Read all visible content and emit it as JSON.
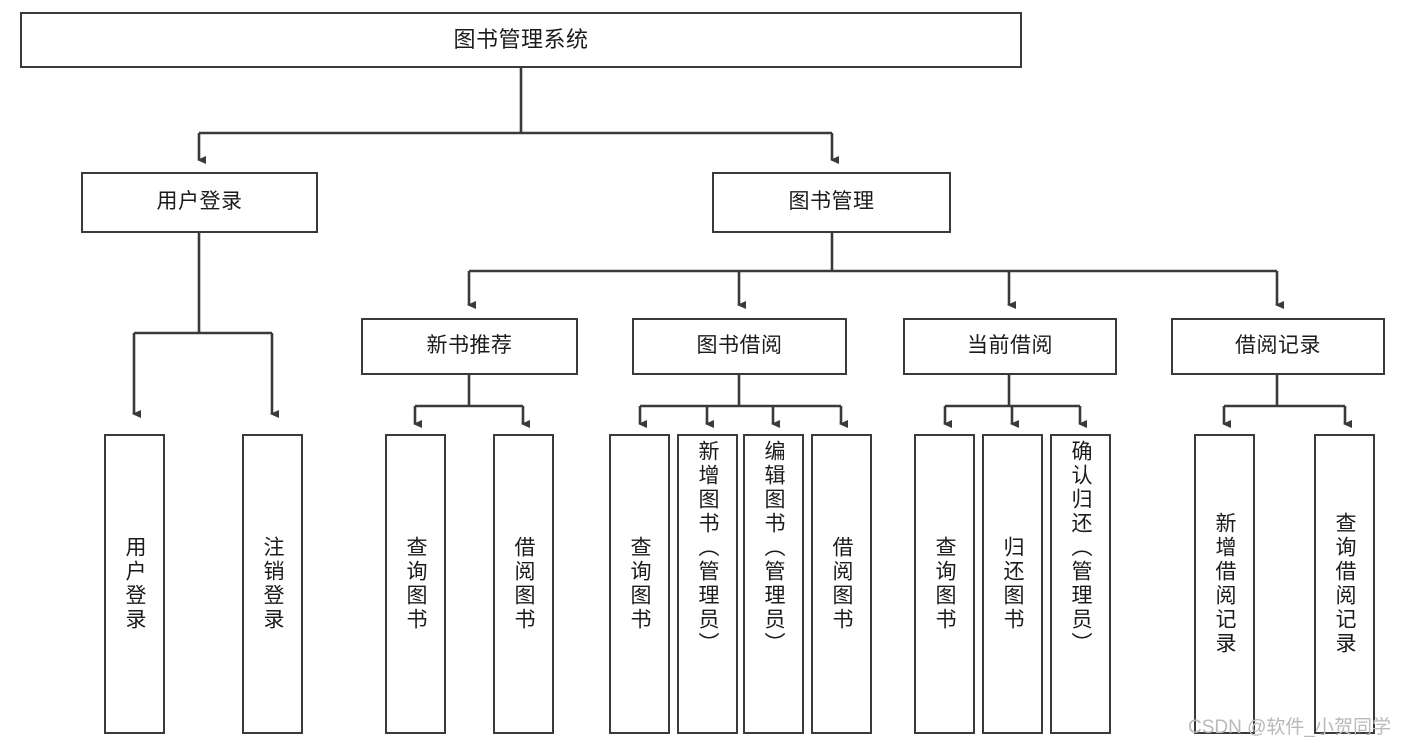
{
  "diagram": {
    "type": "tree-hierarchy-chart",
    "title": "图书管理系统",
    "line_color": "#3a3a3a",
    "box_fill": "#ffffff",
    "text_color": "#1b1b1b",
    "watermark": "CSDN @软件_小贺同学",
    "nodes": {
      "root": {
        "label": "图书管理系统"
      },
      "level1": [
        {
          "id": "user-login",
          "label": "用户登录"
        },
        {
          "id": "book-manage",
          "label": "图书管理"
        }
      ],
      "level2": [
        {
          "id": "new-book-recommend",
          "label": "新书推荐"
        },
        {
          "id": "book-borrow",
          "label": "图书借阅"
        },
        {
          "id": "current-borrow",
          "label": "当前借阅"
        },
        {
          "id": "borrow-record",
          "label": "借阅记录"
        }
      ],
      "leaves": {
        "user-login": [
          {
            "id": "leaf-user-login",
            "label": "用户登录"
          },
          {
            "id": "leaf-logout",
            "label": "注销登录"
          }
        ],
        "new-book-recommend": [
          {
            "id": "leaf-query-book-1",
            "label": "查询图书"
          },
          {
            "id": "leaf-borrow-book-1",
            "label": "借阅图书"
          }
        ],
        "book-borrow": [
          {
            "id": "leaf-query-book-2",
            "label": "查询图书"
          },
          {
            "id": "leaf-add-book",
            "label": "新增图书（管理员）"
          },
          {
            "id": "leaf-edit-book",
            "label": "编辑图书（管理员）"
          },
          {
            "id": "leaf-borrow-book-2",
            "label": "借阅图书"
          }
        ],
        "current-borrow": [
          {
            "id": "leaf-query-book-3",
            "label": "查询图书"
          },
          {
            "id": "leaf-return-book",
            "label": "归还图书"
          },
          {
            "id": "leaf-confirm-return",
            "label": "确认归还（管理员）"
          }
        ],
        "borrow-record": [
          {
            "id": "leaf-add-record",
            "label": "新增借阅记录"
          },
          {
            "id": "leaf-query-record",
            "label": "查询借阅记录"
          }
        ]
      }
    }
  }
}
